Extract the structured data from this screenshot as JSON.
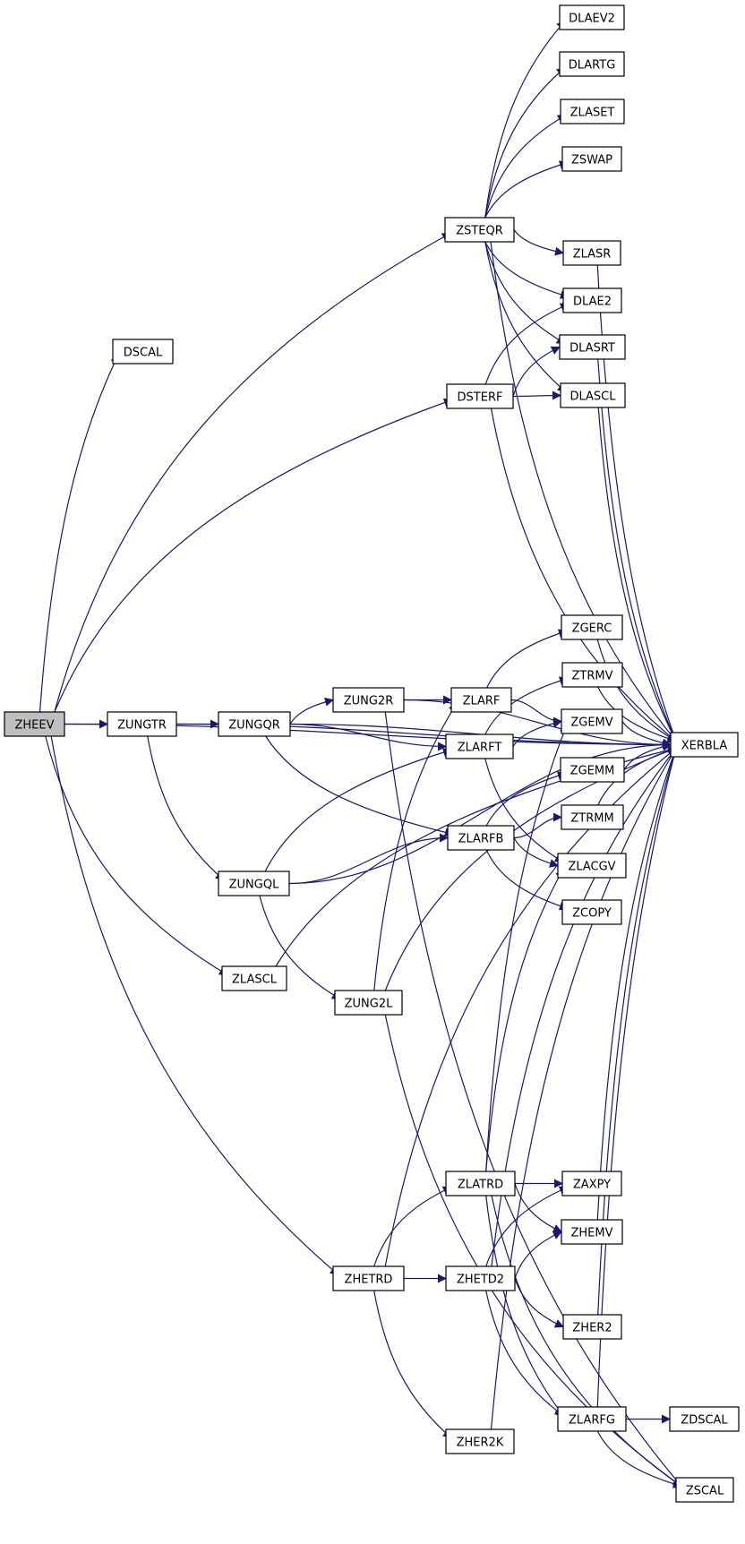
{
  "colors": {
    "edge": "#191970",
    "node_fill": "#ffffff",
    "root_fill": "#bfbfbf",
    "border": "#000000"
  },
  "nodes": [
    {
      "id": "ZHEEV",
      "label": "ZHEEV",
      "root": true
    },
    {
      "id": "DSCAL",
      "label": "DSCAL"
    },
    {
      "id": "ZUNGTR",
      "label": "ZUNGTR"
    },
    {
      "id": "ZUNGQR",
      "label": "ZUNGQR"
    },
    {
      "id": "ZUNGQL",
      "label": "ZUNGQL"
    },
    {
      "id": "ZLASCL",
      "label": "ZLASCL"
    },
    {
      "id": "ZHETRD",
      "label": "ZHETRD"
    },
    {
      "id": "ZUNG2R",
      "label": "ZUNG2R"
    },
    {
      "id": "ZUNG2L",
      "label": "ZUNG2L"
    },
    {
      "id": "ZSTEQR",
      "label": "ZSTEQR"
    },
    {
      "id": "DSTERF",
      "label": "DSTERF"
    },
    {
      "id": "ZLARF",
      "label": "ZLARF"
    },
    {
      "id": "ZLARFT",
      "label": "ZLARFT"
    },
    {
      "id": "ZLARFB",
      "label": "ZLARFB"
    },
    {
      "id": "ZLATRD",
      "label": "ZLATRD"
    },
    {
      "id": "ZHETD2",
      "label": "ZHETD2"
    },
    {
      "id": "ZHER2K",
      "label": "ZHER2K"
    },
    {
      "id": "DLAEV2",
      "label": "DLAEV2"
    },
    {
      "id": "DLARTG",
      "label": "DLARTG"
    },
    {
      "id": "ZLASET",
      "label": "ZLASET"
    },
    {
      "id": "ZSWAP",
      "label": "ZSWAP"
    },
    {
      "id": "ZLASR",
      "label": "ZLASR"
    },
    {
      "id": "DLAE2",
      "label": "DLAE2"
    },
    {
      "id": "DLASRT",
      "label": "DLASRT"
    },
    {
      "id": "DLASCL",
      "label": "DLASCL"
    },
    {
      "id": "ZGERC",
      "label": "ZGERC"
    },
    {
      "id": "ZTRMV",
      "label": "ZTRMV"
    },
    {
      "id": "ZGEMV",
      "label": "ZGEMV"
    },
    {
      "id": "ZGEMM",
      "label": "ZGEMM"
    },
    {
      "id": "ZTRMM",
      "label": "ZTRMM"
    },
    {
      "id": "ZLACGV",
      "label": "ZLACGV"
    },
    {
      "id": "ZCOPY",
      "label": "ZCOPY"
    },
    {
      "id": "ZAXPY",
      "label": "ZAXPY"
    },
    {
      "id": "ZHEMV",
      "label": "ZHEMV"
    },
    {
      "id": "ZHER2",
      "label": "ZHER2"
    },
    {
      "id": "ZLARFG",
      "label": "ZLARFG"
    },
    {
      "id": "XERBLA",
      "label": "XERBLA"
    },
    {
      "id": "ZDSCAL",
      "label": "ZDSCAL"
    },
    {
      "id": "ZSCAL",
      "label": "ZSCAL"
    }
  ],
  "edges": [
    {
      "from": "ZHEEV",
      "to": "DSCAL"
    },
    {
      "from": "ZHEEV",
      "to": "ZSTEQR"
    },
    {
      "from": "ZHEEV",
      "to": "DSTERF"
    },
    {
      "from": "ZHEEV",
      "to": "ZUNGTR"
    },
    {
      "from": "ZHEEV",
      "to": "ZLASCL"
    },
    {
      "from": "ZHEEV",
      "to": "ZHETRD"
    },
    {
      "from": "ZHEEV",
      "to": "XERBLA"
    },
    {
      "from": "ZSTEQR",
      "to": "DLAEV2"
    },
    {
      "from": "ZSTEQR",
      "to": "DLARTG"
    },
    {
      "from": "ZSTEQR",
      "to": "ZLASET"
    },
    {
      "from": "ZSTEQR",
      "to": "ZSWAP"
    },
    {
      "from": "ZSTEQR",
      "to": "ZLASR"
    },
    {
      "from": "ZSTEQR",
      "to": "DLAE2"
    },
    {
      "from": "ZSTEQR",
      "to": "DLASRT"
    },
    {
      "from": "ZSTEQR",
      "to": "DLASCL"
    },
    {
      "from": "ZSTEQR",
      "to": "XERBLA"
    },
    {
      "from": "DSTERF",
      "to": "DLAE2"
    },
    {
      "from": "DSTERF",
      "to": "DLASRT"
    },
    {
      "from": "DSTERF",
      "to": "DLASCL"
    },
    {
      "from": "DSTERF",
      "to": "XERBLA"
    },
    {
      "from": "ZLASR",
      "to": "XERBLA"
    },
    {
      "from": "DLASRT",
      "to": "XERBLA"
    },
    {
      "from": "DLASCL",
      "to": "XERBLA"
    },
    {
      "from": "ZUNGTR",
      "to": "ZUNGQR"
    },
    {
      "from": "ZUNGTR",
      "to": "ZUNGQL"
    },
    {
      "from": "ZUNGTR",
      "to": "XERBLA"
    },
    {
      "from": "ZUNGQR",
      "to": "ZUNG2R"
    },
    {
      "from": "ZUNGQR",
      "to": "ZLARFT"
    },
    {
      "from": "ZUNGQR",
      "to": "ZLARFB"
    },
    {
      "from": "ZUNGQR",
      "to": "XERBLA"
    },
    {
      "from": "ZUNG2R",
      "to": "ZLARF"
    },
    {
      "from": "ZUNG2R",
      "to": "XERBLA"
    },
    {
      "from": "ZUNG2R",
      "to": "ZSCAL"
    },
    {
      "from": "ZLARF",
      "to": "ZGERC"
    },
    {
      "from": "ZLARF",
      "to": "ZGEMV"
    },
    {
      "from": "ZLARFT",
      "to": "ZTRMV"
    },
    {
      "from": "ZLARFT",
      "to": "ZGEMV"
    },
    {
      "from": "ZLARFT",
      "to": "ZLACGV"
    },
    {
      "from": "ZLARFB",
      "to": "ZGEMM"
    },
    {
      "from": "ZLARFB",
      "to": "ZTRMM"
    },
    {
      "from": "ZLARFB",
      "to": "ZLACGV"
    },
    {
      "from": "ZLARFB",
      "to": "ZCOPY"
    },
    {
      "from": "ZGERC",
      "to": "XERBLA"
    },
    {
      "from": "ZTRMV",
      "to": "XERBLA"
    },
    {
      "from": "ZGEMV",
      "to": "XERBLA"
    },
    {
      "from": "ZGEMM",
      "to": "XERBLA"
    },
    {
      "from": "ZTRMM",
      "to": "XERBLA"
    },
    {
      "from": "ZUNGQL",
      "to": "ZLARFT"
    },
    {
      "from": "ZUNGQL",
      "to": "ZLARFB"
    },
    {
      "from": "ZUNGQL",
      "to": "ZUNG2L"
    },
    {
      "from": "ZUNGQL",
      "to": "XERBLA"
    },
    {
      "from": "ZUNG2L",
      "to": "ZLARF"
    },
    {
      "from": "ZUNG2L",
      "to": "XERBLA"
    },
    {
      "from": "ZUNG2L",
      "to": "ZSCAL"
    },
    {
      "from": "ZLASCL",
      "to": "XERBLA"
    },
    {
      "from": "ZHETRD",
      "to": "ZLATRD"
    },
    {
      "from": "ZHETRD",
      "to": "ZHETD2"
    },
    {
      "from": "ZHETRD",
      "to": "ZHER2K"
    },
    {
      "from": "ZHETRD",
      "to": "XERBLA"
    },
    {
      "from": "ZLATRD",
      "to": "ZGEMV"
    },
    {
      "from": "ZLATRD",
      "to": "ZLACGV"
    },
    {
      "from": "ZLATRD",
      "to": "ZAXPY"
    },
    {
      "from": "ZLATRD",
      "to": "ZHEMV"
    },
    {
      "from": "ZLATRD",
      "to": "ZLARFG"
    },
    {
      "from": "ZLATRD",
      "to": "ZSCAL"
    },
    {
      "from": "ZHETD2",
      "to": "ZAXPY"
    },
    {
      "from": "ZHETD2",
      "to": "ZHEMV"
    },
    {
      "from": "ZHETD2",
      "to": "ZHER2"
    },
    {
      "from": "ZHETD2",
      "to": "ZLARFG"
    },
    {
      "from": "ZHETD2",
      "to": "XERBLA"
    },
    {
      "from": "ZHEMV",
      "to": "XERBLA"
    },
    {
      "from": "ZHER2",
      "to": "XERBLA"
    },
    {
      "from": "ZLARFG",
      "to": "ZDSCAL"
    },
    {
      "from": "ZLARFG",
      "to": "ZSCAL"
    },
    {
      "from": "ZLARFG",
      "to": "XERBLA"
    },
    {
      "from": "ZHER2K",
      "to": "XERBLA"
    }
  ]
}
